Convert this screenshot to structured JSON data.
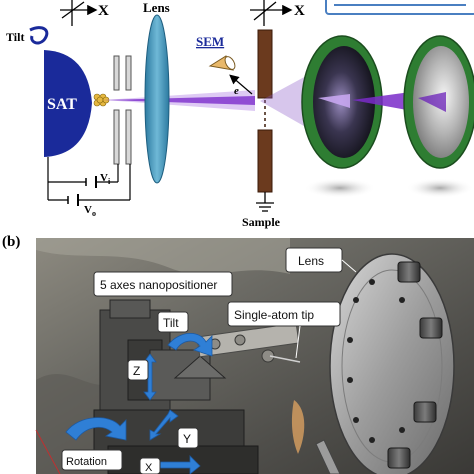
{
  "panel_a": {
    "axis_label_left": "X",
    "axis_label_right": "X",
    "tilt_label": "Tilt",
    "source_label": "SAT",
    "lens_label": "Lens",
    "detector_label": "SEM",
    "electron_label": "e",
    "sample_label": "Sample",
    "voltage_inner": "V",
    "voltage_inner_sub": "i",
    "voltage_outer": "V",
    "voltage_outer_sub": "o",
    "colors": {
      "source_dome": "#1a2a9a",
      "lens": "#3a8fb4",
      "beam": "#7a2bc9",
      "sample": "#6b3a1e",
      "screen_ring": "#2e7d32",
      "header_box": "#4a7fc1"
    }
  },
  "panel_b": {
    "panel_label": "(b)",
    "labels": {
      "lens": "Lens",
      "nanopositioner": "5 axes nanopositioner",
      "tilt": "Tilt",
      "single_atom_tip": "Single-atom tip",
      "z_axis": "Z",
      "y_axis": "Y",
      "x_axis": "X",
      "rotation": "Rotation"
    },
    "colors": {
      "arrow": "#2f7fd6"
    }
  }
}
